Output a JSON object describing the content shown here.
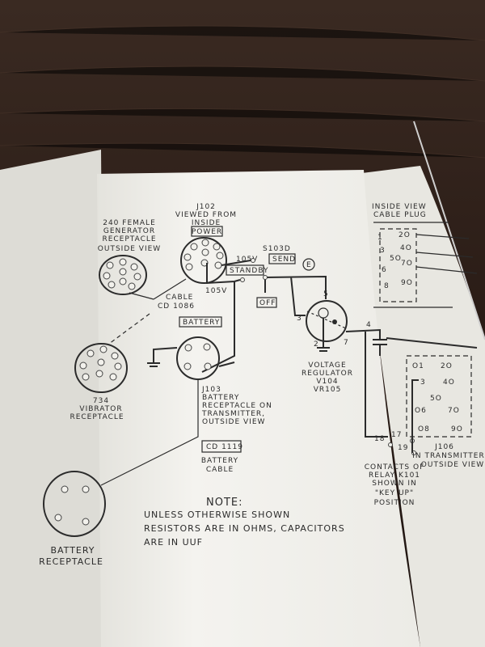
{
  "diagram": {
    "generator": {
      "lines": [
        "240 FEMALE",
        "GENERATOR",
        "RECEPTACLE",
        "OUTSIDE VIEW"
      ]
    },
    "j102": {
      "lines": [
        "J102",
        "VIEWED FROM",
        "INSIDE"
      ],
      "box": "POWER"
    },
    "switch": {
      "id": "S103D",
      "send": "SEND",
      "standby": "STANDBY",
      "off": "OFF",
      "v1": "105V",
      "v2": "105V",
      "e": "E"
    },
    "cable": {
      "lines": [
        "CABLE",
        "CD 1086"
      ]
    },
    "battery_box": "BATTERY",
    "vibrator": {
      "lines": [
        "734",
        "VIBRATOR",
        "RECEPTACLE"
      ]
    },
    "j103": {
      "lines": [
        "J103",
        "BATTERY",
        "RECEPTACLE ON",
        "TRANSMITTER,",
        "OUTSIDE VIEW"
      ]
    },
    "cd1119": {
      "box": "CD 1119",
      "lines": [
        "BATTERY",
        "CABLE"
      ]
    },
    "battery_receptacle": {
      "lines": [
        "BATTERY",
        "RECEPTACLE"
      ]
    },
    "regulator": {
      "lines": [
        "VOLTAGE",
        "REGULATOR",
        "V104",
        "VR105"
      ],
      "pins": [
        "5",
        "3",
        "2",
        "7",
        "4"
      ]
    },
    "note": {
      "title": "NOTE:",
      "lines": [
        "UNLESS OTHERWISE SHOWN",
        "RESISTORS ARE IN OHMS, CAPACITORS",
        "ARE IN UUF"
      ]
    },
    "relay": {
      "pins": [
        "18",
        "17",
        "19"
      ],
      "lines": [
        "CONTACTS OF",
        "RELAY K101",
        "SHOWN IN",
        "\"KEY UP\"",
        "POSITION"
      ]
    },
    "j106": {
      "pins": [
        "O1",
        "2O",
        "3",
        "4O",
        "5O",
        "O6",
        "7O",
        "O8",
        "9O"
      ],
      "lines": [
        "J106",
        "IN TRANSMITTER",
        "OUTSIDE VIEW"
      ]
    },
    "cable_plug": {
      "lines": [
        "INSIDE VIEW",
        "CABLE PLUG"
      ],
      "pins": [
        "1",
        "2O",
        "3",
        "4O",
        "5O",
        "6",
        "7O",
        "8",
        "9O"
      ]
    }
  }
}
